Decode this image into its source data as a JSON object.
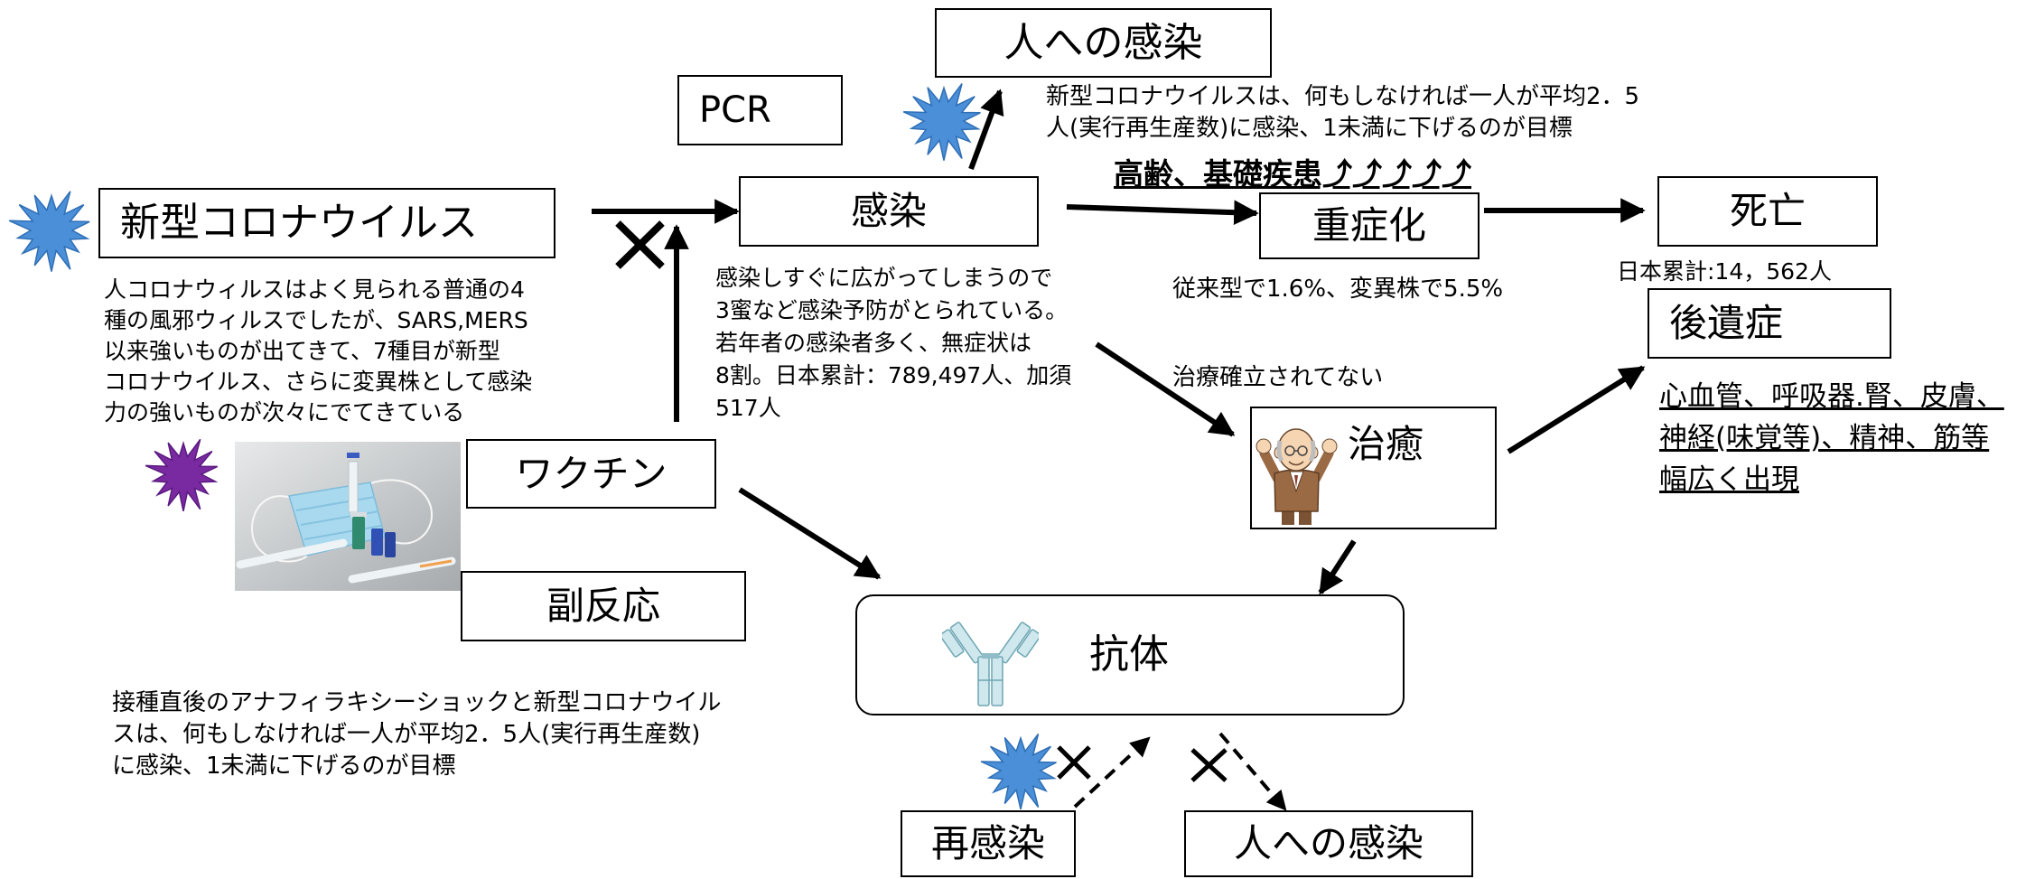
{
  "colors": {
    "background": "#ffffff",
    "line": "#000000",
    "star_blue": "#4a8fd8",
    "star_purple": "#7a2aa0",
    "antibody_fill": "#cfe8ee",
    "jacket": "#9a6a44",
    "skin": "#f6d5b3",
    "mask": "#a9d9ef",
    "vial_green": "#2f8a6e",
    "vial_blue": "#3050b5"
  },
  "icons": {
    "starburst": "starburst-icon",
    "vaccine_photo": "vaccine-syringe-photo",
    "elderly_man": "elderly-man-illustration",
    "antibody": "antibody-illustration",
    "blocked": "x-mark-icon"
  },
  "boxes": {
    "human_infection_top": "人への感染",
    "pcr": "PCR",
    "new_coronavirus": "新型コロナウイルス",
    "infection": "感染",
    "severe": "重症化",
    "death": "死亡",
    "sequelae": "後遺症",
    "recovery": "治癒",
    "vaccine": "ワクチン",
    "side_effects": "副反応",
    "antibody": "抗体",
    "reinfection": "再感染",
    "human_infection_bottom": "人への感染"
  },
  "notes": {
    "r0_top": [
      "新型コロナウイルスは、何もしなければ一人が平均2．5",
      "人(実行再生産数)に感染、1未満に下げるのが目標"
    ],
    "risk_factors": "高齢、基礎疾患⤴⤴⤴⤴⤴",
    "virus_description": [
      "人コロナウィルスはよく見られる普通の4",
      "種の風邪ウィルスでしたが、SARS,MERS",
      "以来強いものが出てきて、7種目が新型",
      "コロナウイルス、さらに変異株として感染",
      "力の強いものが次々にでてきている"
    ],
    "infection_description": [
      "感染しすぐに広がってしまうので",
      "3蜜など感染予防がとられている。",
      "若年者の感染者多く、無症状は",
      "8割。日本累計：789,497人、加須",
      "517人"
    ],
    "severe_rate": "従来型で1.6%、変異株で5.5%",
    "death_count": "日本累計:14，562人",
    "no_treatment": "治療確立されてない",
    "sequelae_list": [
      "心血管、呼吸器.腎、皮膚、",
      "神経(味覚等)、精神、筋等",
      "幅広く出現"
    ],
    "vaccine_note": [
      "接種直後のアナフィラキシーショックと新型コロナウイル",
      "スは、何もしなければ一人が平均2．5人(実行再生産数)",
      "に感染、1未満に下げるのが目標"
    ]
  }
}
